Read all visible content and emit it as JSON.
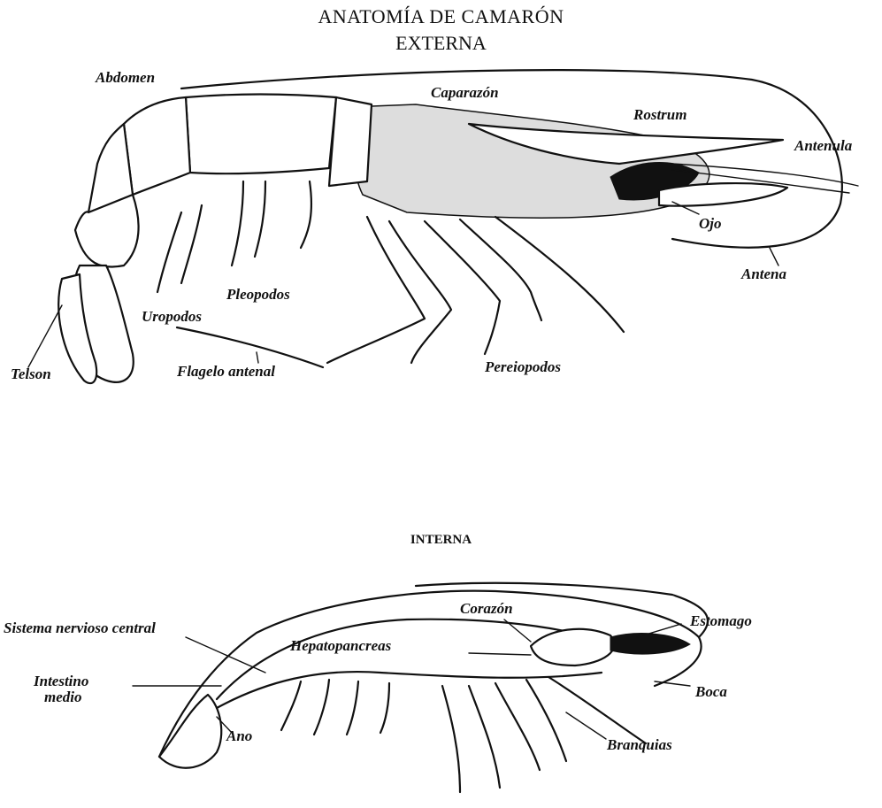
{
  "title": {
    "line1": "ANATOMÍA DE CAMARÓN",
    "line2": "EXTERNA",
    "internal_heading": "INTERNA"
  },
  "external_labels": {
    "abdomen": "Abdomen",
    "caparazon": "Caparazón",
    "rostrum": "Rostrum",
    "antenula": "Antenula",
    "ojo": "Ojo",
    "antena": "Antena",
    "pleopodos": "Pleopodos",
    "uropodos": "Uropodos",
    "telson": "Telson",
    "flagelo": "Flagelo antenal",
    "pereiopodos": "Pereiopodos"
  },
  "internal_labels": {
    "corazon": "Corazón",
    "estomago": "Estomago",
    "sistema": "Sistema nervioso central",
    "hepato": "Hepatopancreas",
    "intestino_1": "Intestino",
    "intestino_2": "medio",
    "boca": "Boca",
    "ano": "Ano",
    "branquias": "Branquias"
  }
}
